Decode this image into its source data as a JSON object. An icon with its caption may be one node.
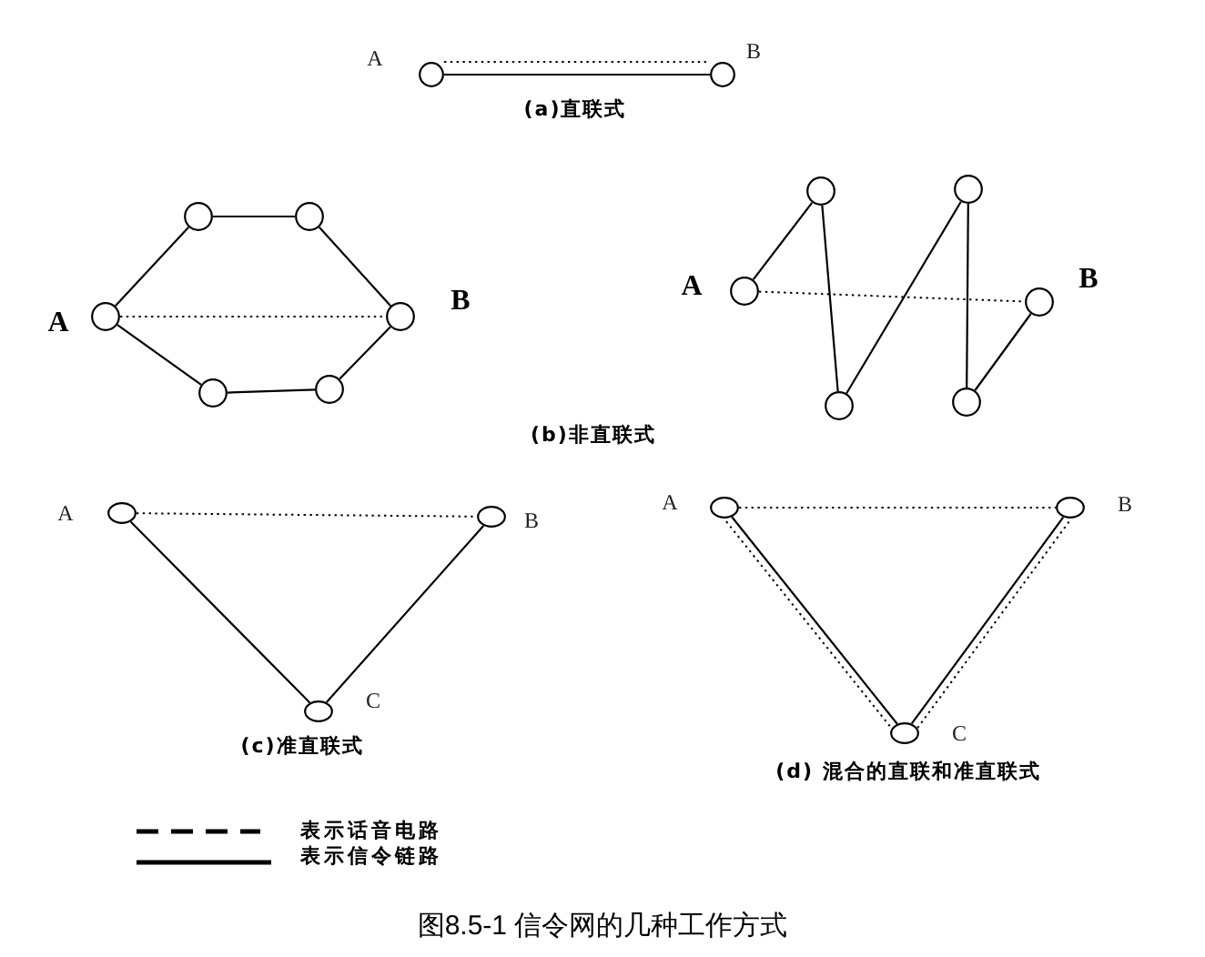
{
  "diagram": {
    "caption": "图8.5-1 信令网的几种工作方式",
    "nodes": [
      {
        "text": [],
        "shape": "circle",
        "beside": [
          "A"
        ]
      },
      {
        "text": [],
        "shape": "circle",
        "beside": [
          "B"
        ]
      },
      {
        "text": [],
        "shape": "circle",
        "beside": [
          "A"
        ]
      },
      {
        "text": [],
        "shape": "circle"
      },
      {
        "text": [],
        "shape": "circle"
      },
      {
        "text": [],
        "shape": "circle",
        "beside": [
          "B"
        ]
      },
      {
        "text": [],
        "shape": "circle"
      },
      {
        "text": [],
        "shape": "circle"
      },
      {
        "text": [],
        "shape": "circle",
        "beside": [
          "A"
        ]
      },
      {
        "text": [],
        "shape": "circle"
      },
      {
        "text": [],
        "shape": "circle"
      },
      {
        "text": [],
        "shape": "circle"
      },
      {
        "text": [],
        "shape": "circle"
      },
      {
        "text": [],
        "shape": "circle",
        "beside": [
          "B"
        ]
      },
      {
        "text": [],
        "shape": "circle",
        "beside": [
          "A"
        ]
      },
      {
        "text": [],
        "shape": "circle",
        "beside": [
          "B"
        ]
      },
      {
        "text": [],
        "shape": "circle",
        "beside": [
          "C"
        ]
      },
      {
        "text": [],
        "shape": "circle",
        "beside": [
          "A"
        ]
      },
      {
        "text": [],
        "shape": "circle",
        "beside": [
          "B"
        ]
      },
      {
        "text": [],
        "shape": "circle",
        "beside": [
          "C"
        ]
      }
    ],
    "edges": [
      {
        "from": 0,
        "to": 1,
        "arrow": "none",
        "style": "dashed"
      },
      {
        "from": 0,
        "to": 1,
        "arrow": "none"
      },
      {
        "from": 2,
        "to": 5,
        "arrow": "none",
        "style": "dashed"
      },
      {
        "from": 2,
        "to": 3,
        "arrow": "none"
      },
      {
        "from": 3,
        "to": 4,
        "arrow": "none"
      },
      {
        "from": 4,
        "to": 5,
        "arrow": "none"
      },
      {
        "from": 2,
        "to": 6,
        "arrow": "none"
      },
      {
        "from": 6,
        "to": 7,
        "arrow": "none"
      },
      {
        "from": 7,
        "to": 5,
        "arrow": "none"
      },
      {
        "from": 8,
        "to": 13,
        "arrow": "none",
        "style": "dashed"
      },
      {
        "from": 8,
        "to": 9,
        "arrow": "none"
      },
      {
        "from": 9,
        "to": 10,
        "arrow": "none"
      },
      {
        "from": 10,
        "to": 11,
        "arrow": "none"
      },
      {
        "from": 11,
        "to": 12,
        "arrow": "none"
      },
      {
        "from": 12,
        "to": 13,
        "arrow": "none"
      },
      {
        "from": 14,
        "to": 15,
        "arrow": "none",
        "style": "dashed"
      },
      {
        "from": 14,
        "to": 16,
        "arrow": "none"
      },
      {
        "from": 16,
        "to": 15,
        "arrow": "none"
      },
      {
        "from": 17,
        "to": 18,
        "arrow": "none",
        "style": "dashed"
      },
      {
        "from": 17,
        "to": 19,
        "arrow": "none"
      },
      {
        "from": 17,
        "to": 19,
        "arrow": "none",
        "style": "dashed"
      },
      {
        "from": 19,
        "to": 18,
        "arrow": "none"
      },
      {
        "from": 19,
        "to": 18,
        "arrow": "none",
        "style": "dashed"
      }
    ],
    "labels": [
      "(a)直联式",
      "(b)非直联式",
      "(c)准直联式",
      "(d) 混合的直联和准直联式"
    ],
    "legend": [
      {
        "text": "表示话音电路"
      },
      {
        "text": "表示信令链路"
      }
    ]
  }
}
